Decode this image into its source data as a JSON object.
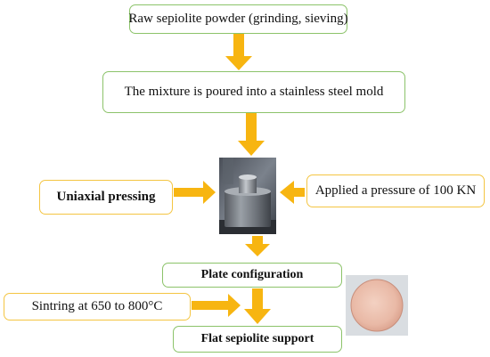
{
  "steps": {
    "raw_powder": "Raw sepiolite powder (grinding, sieving)",
    "mixture_mold": "The mixture is poured into a stainless steel mold",
    "uniaxial_pressing": "Uniaxial pressing",
    "applied_pressure": "Applied a pressure of 100 KN",
    "plate_configuration": "Plate configuration",
    "sintering": "Sintring at 650 to 800°C",
    "flat_support": "Flat sepiolite support"
  },
  "colors": {
    "arrow": "#f7b511",
    "green_border": "#8cc36a",
    "yellow_border": "#f4c542"
  },
  "icons": {
    "press_mold": "press-mold-photo",
    "sepiolite_disc": "sepiolite-disc-photo"
  }
}
